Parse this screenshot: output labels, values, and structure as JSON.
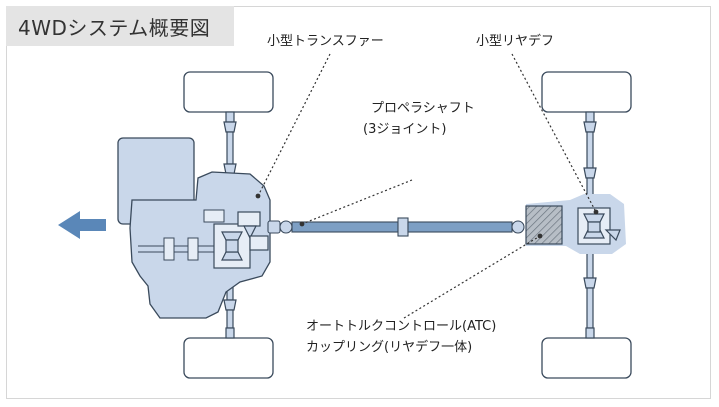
{
  "title": "4WDシステム概要図",
  "labels": {
    "transfer": "小型トランスファー",
    "rear_diff": "小型リヤデフ",
    "propeller_line1": "プロペラシャフト",
    "propeller_line2": "(3ジョイント)",
    "atc_line1": "オートトルクコントロール(ATC)",
    "atc_line2": "カップリング(リヤデフ一体)"
  },
  "colors": {
    "component_fill": "#c9d7ea",
    "component_stroke": "#3a4a5c",
    "shaft": "#7d9fc4",
    "arrow": "#5a87b8",
    "coupling": "#9aa3ad"
  }
}
